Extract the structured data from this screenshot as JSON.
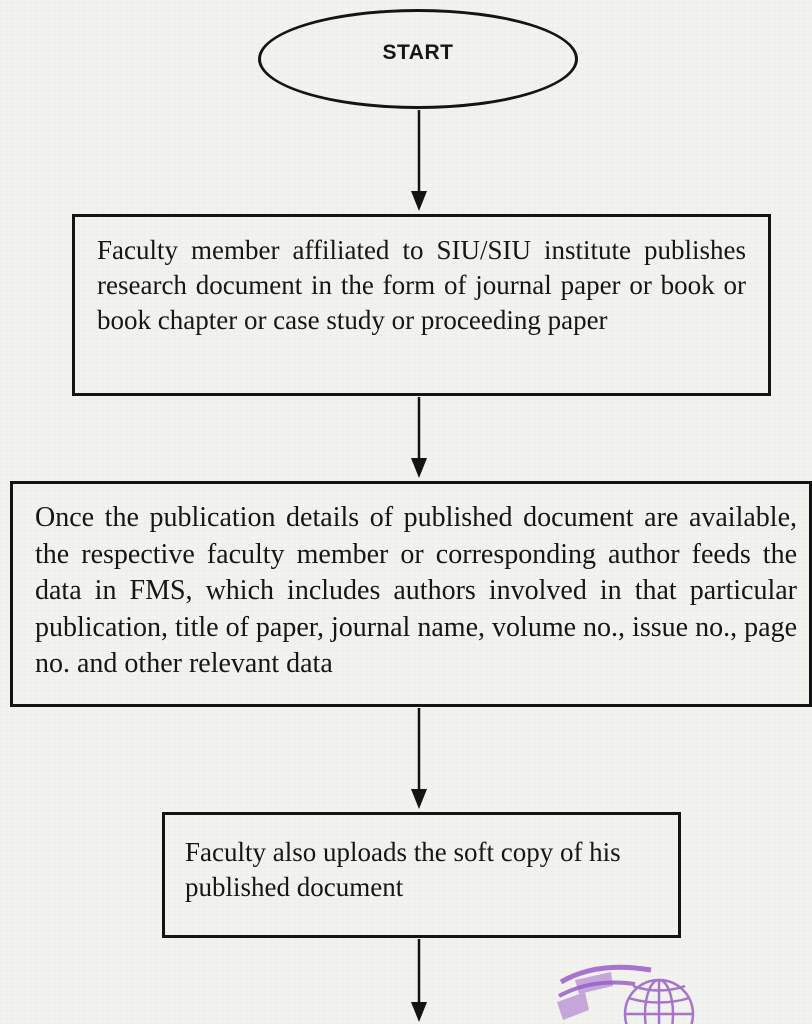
{
  "flowchart": {
    "start": {
      "label": "START"
    },
    "steps": [
      {
        "text": "Faculty member affiliated to SIU/SIU institute publishes research document in the form of journal paper or book or book chapter or case study or proceeding paper"
      },
      {
        "text": "Once the publication details of published document are available, the respective faculty member or corresponding author feeds the data in FMS, which includes authors involved in that particular publication, title of paper, journal name, volume no., issue no., page no. and other relevant data"
      },
      {
        "text": "Faculty also uploads the soft copy of his published document"
      }
    ]
  },
  "colors": {
    "ink": "#141414",
    "paper": "#f2f2ef",
    "stamp": "#9a5fc8"
  },
  "icons": {
    "stamp": "globe-seal"
  }
}
